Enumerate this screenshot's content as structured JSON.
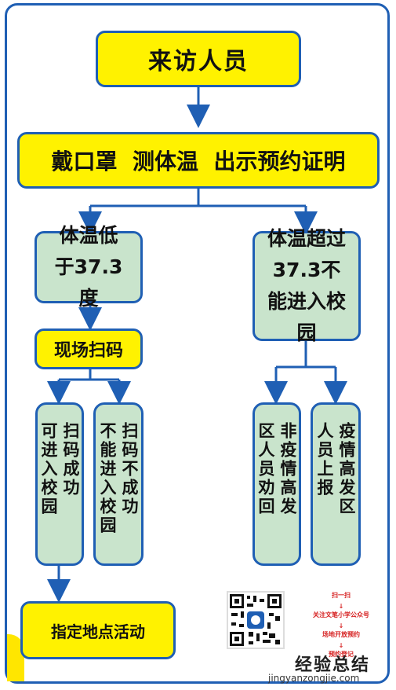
{
  "nodes": {
    "visitor": "来访人员",
    "requirements": "戴口罩  测体温  出示预约证明",
    "temp_low": "体温低于37.3度",
    "temp_high": "体温超过37.3不能进入校园",
    "scan_on_site": "现场扫码",
    "scan_success_col1": "扫码成功",
    "scan_success_col2": "可进入校园",
    "scan_fail_col1": "扫码不成功",
    "scan_fail_col2": "不能进入校园",
    "non_epidemic_col1": "非疫情高发",
    "non_epidemic_col2": "区人员劝回",
    "epidemic_col1": "疫情高发区",
    "epidemic_col2": "人员上报",
    "designated_area": "指定地点活动"
  },
  "qr_notes": {
    "line1": "扫一扫",
    "line2": "关注文笔小学公众号",
    "line3": "场地开放预约",
    "line4": "预约登记",
    "arrow": "↓"
  },
  "watermark": {
    "chinese": "经验总结",
    "url": "jingyanzongjie.com"
  },
  "colors": {
    "border_blue": "#1f5fb4",
    "yellow": "#fff200",
    "green": "#c9e4cc",
    "note_red": "#d62020"
  },
  "icons": [
    "qr-code-icon"
  ]
}
